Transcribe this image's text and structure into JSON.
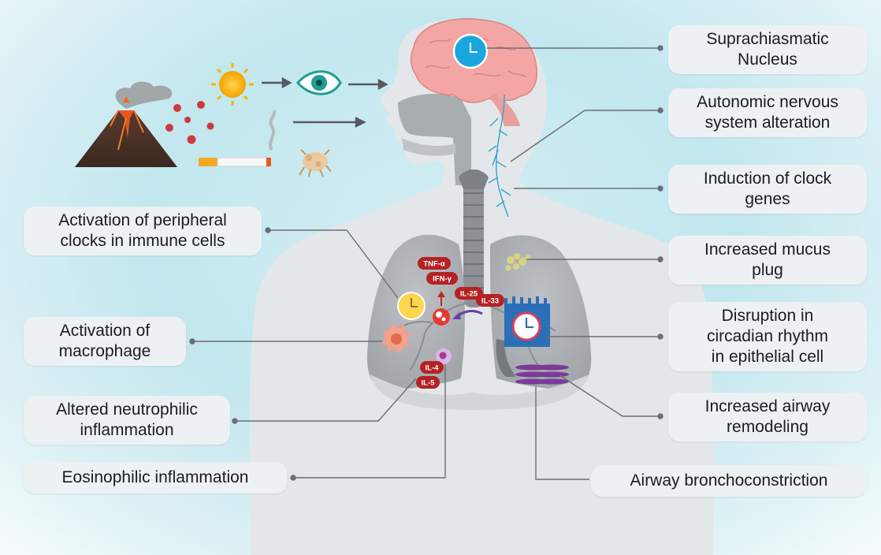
{
  "labels": {
    "scn": "Suprachiasmatic\nNucleus",
    "ans": "Autonomic nervous\nsystem alteration",
    "clock_genes": "Induction of clock\ngenes",
    "mucus": "Increased mucus\nplug",
    "epithelial": "Disruption in\ncircadian rhythm\nin epithelial cell",
    "remodeling": "Increased airway\nremodeling",
    "bronchoconstriction": "Airway bronchoconstriction",
    "peripheral_clocks": "Activation of peripheral\nclocks in immune cells",
    "macrophage": "Activation of\nmacrophage",
    "neutrophilic": "Altered neutrophilic\ninflammation",
    "eosinophilic": "Eosinophilic inflammation"
  },
  "cytokines": {
    "tnf": "TNF-α",
    "ifn": "IFN-γ",
    "il25": "IL-25",
    "il33": "IL-33",
    "il4": "IL-4",
    "il5": "IL-5"
  },
  "icons": [
    "volcano-icon",
    "virus-particles-icon",
    "sun-icon",
    "eye-icon",
    "cigarette-icon",
    "dust-mite-icon",
    "brain-icon",
    "clock-icon",
    "macrophage-icon",
    "epithelial-cell-icon",
    "smooth-muscle-icon"
  ],
  "colors": {
    "label_bg": "#eef1f4",
    "body": "#e4e7ea",
    "lung": "#a9adb1",
    "brain": "#f4a6a4",
    "clock": "#1ba6e0",
    "cytokine": "#b52224",
    "epithelial": "#2a6fb8",
    "muscle": "#7b3a96",
    "nerve": "#2fa4d6"
  }
}
